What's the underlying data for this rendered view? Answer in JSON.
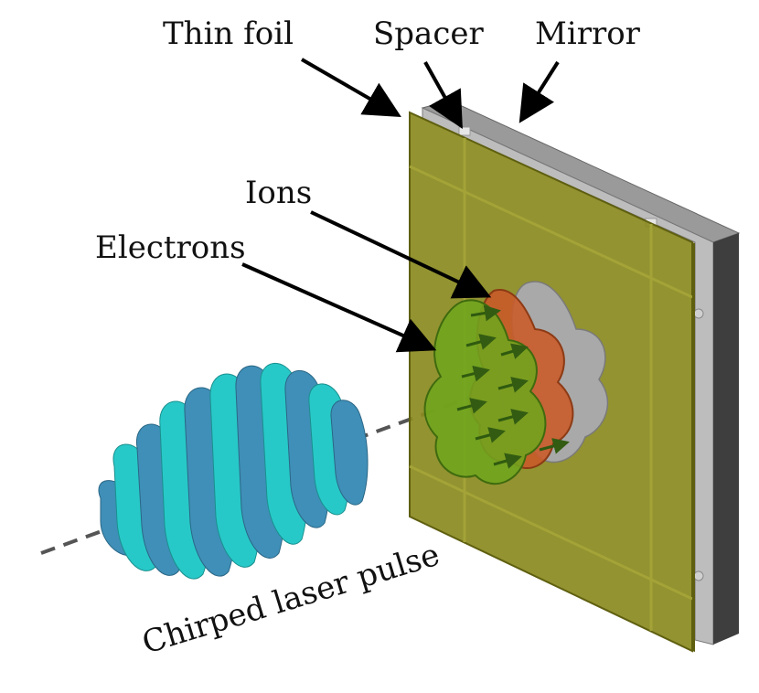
{
  "labels": {
    "thin_foil": "Thin foil",
    "spacer": "Spacer",
    "mirror": "Mirror",
    "ions": "Ions",
    "electrons": "Electrons",
    "laser_pulse": "Chirped laser pulse"
  },
  "colors": {
    "foil": "#8a8a1f",
    "foil_edge": "#5f5f10",
    "mirror_front": "#b9b9b9",
    "mirror_top": "#9a9a9a",
    "mirror_side": "#3e3e3e",
    "ions": "#c95b2a",
    "electrons": "#6fa51e",
    "cutout": "#a8a8a8",
    "pulse_teal": "#27c9c8",
    "pulse_blue": "#3f8fb8",
    "axis": "#555555",
    "arrow": "#000000"
  }
}
